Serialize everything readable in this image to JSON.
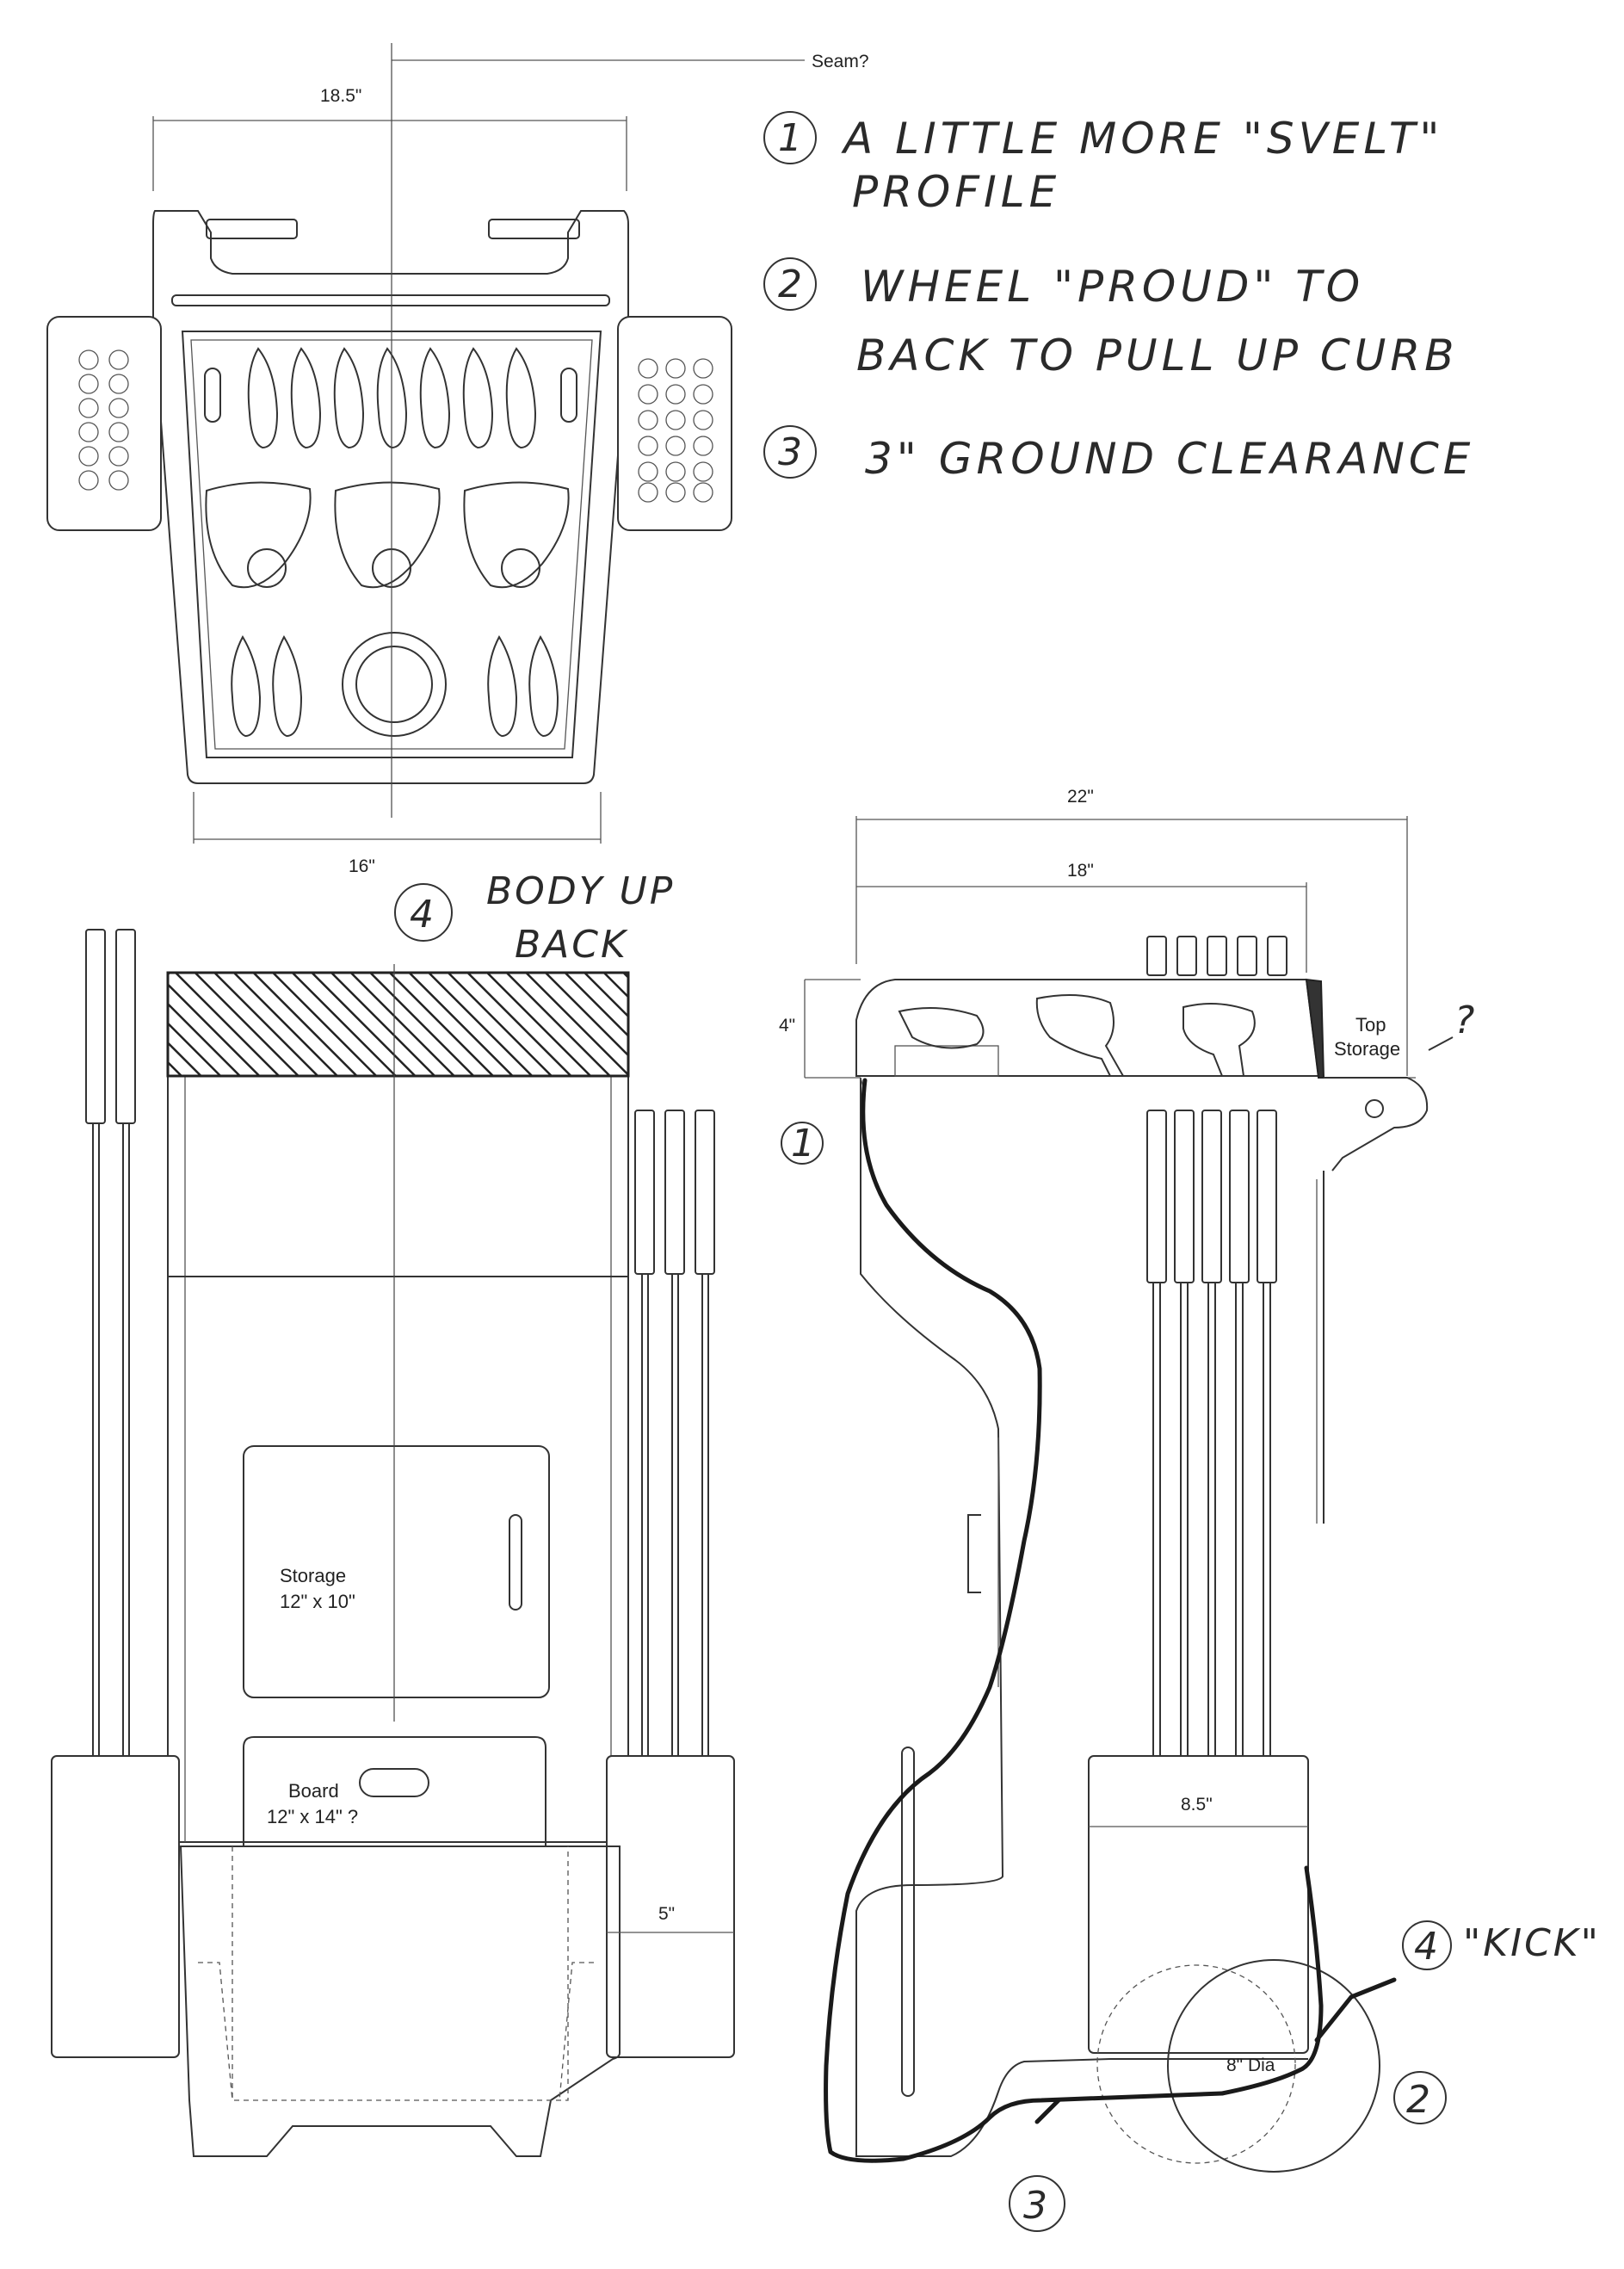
{
  "notes": {
    "n1_num": "1",
    "n1_line1": "A LITTLE MORE \"SVELT\"",
    "n1_line2": "PROFILE",
    "n2_num": "2",
    "n2_line1": "WHEEL \"PROUD\" TO",
    "n2_line2": "BACK TO PULL UP CURB",
    "n3_num": "3",
    "n3_line1": "3\" GROUND CLEARANCE"
  },
  "top_view": {
    "seam_label": "Seam?",
    "width_top": "18.5\"",
    "width_bottom": "16\""
  },
  "front_view": {
    "note_num": "4",
    "note_line1": "BODY UP",
    "note_line2": "BACK",
    "storage_label": "Storage",
    "storage_size": "12\" x 10\"",
    "board_label": "Board",
    "board_size": "12\" x 14\" ?",
    "wheel_width": "5\""
  },
  "side_view": {
    "overall_length": "22\"",
    "body_length": "18\"",
    "top_height": "4\"",
    "top_storage_l1": "Top",
    "top_storage_l2": "Storage",
    "question_mark": "?",
    "marker_1": "1",
    "wheel_box_width": "8.5\"",
    "wheel_dia": "8\" Dia",
    "marker_2": "2",
    "marker_3": "3",
    "kick_num": "4",
    "kick_label": "\"KICK\""
  }
}
